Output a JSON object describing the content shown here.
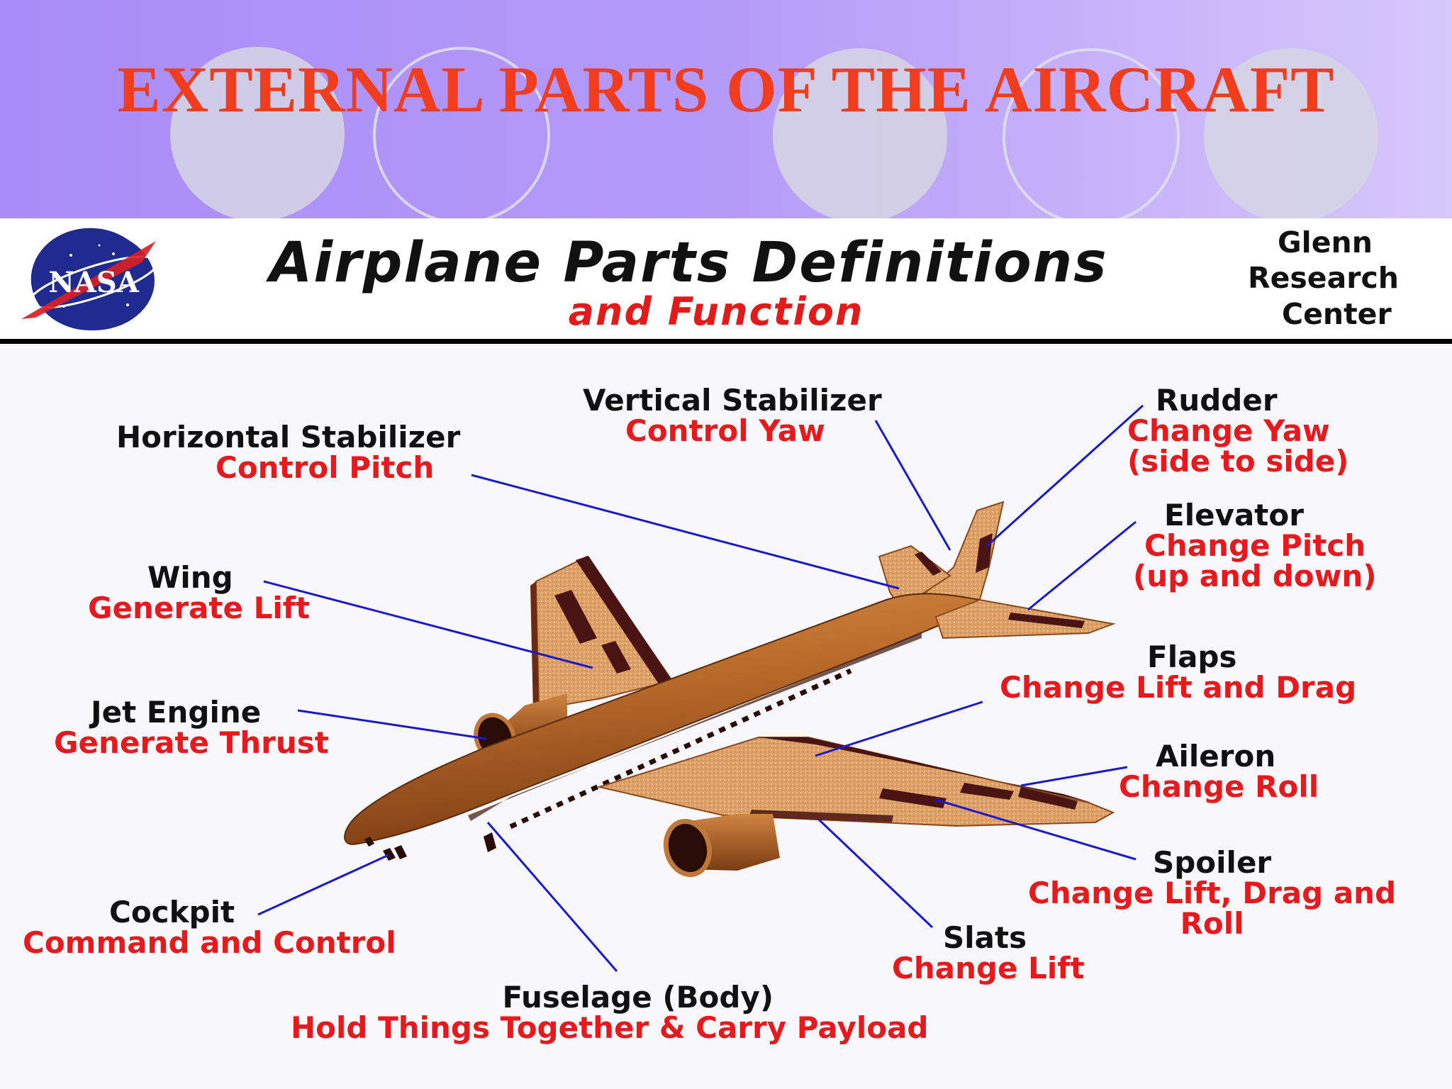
{
  "slide_title": "EXTERNAL PARTS OF THE AIRCRAFT",
  "banner": {
    "title": "Airplane Parts Definitions",
    "subtitle": "and Function",
    "logo_text": "NASA",
    "center": [
      "Glenn",
      "Research",
      "Center"
    ]
  },
  "parts": [
    {
      "id": "vertical-stabilizer",
      "name": "Vertical Stabilizer",
      "function": "Control Yaw"
    },
    {
      "id": "horizontal-stabilizer",
      "name": "Horizontal Stabilizer",
      "function": "Control Pitch"
    },
    {
      "id": "rudder",
      "name": "Rudder",
      "function": "Change Yaw",
      "function2": "(side to side)"
    },
    {
      "id": "elevator",
      "name": "Elevator",
      "function": "Change Pitch",
      "function2": "(up and down)"
    },
    {
      "id": "wing",
      "name": "Wing",
      "function": "Generate Lift"
    },
    {
      "id": "flaps",
      "name": "Flaps",
      "function": "Change Lift and Drag"
    },
    {
      "id": "jet-engine",
      "name": "Jet Engine",
      "function": "Generate Thrust"
    },
    {
      "id": "aileron",
      "name": "Aileron",
      "function": "Change Roll"
    },
    {
      "id": "spoiler",
      "name": "Spoiler",
      "function": "Change Lift, Drag and",
      "function2": "Roll"
    },
    {
      "id": "cockpit",
      "name": "Cockpit",
      "function": "Command and Control"
    },
    {
      "id": "slats",
      "name": "Slats",
      "function": "Change Lift"
    },
    {
      "id": "fuselage",
      "name": "Fuselage (Body)",
      "function": "Hold Things Together & Carry Payload"
    }
  ],
  "colors": {
    "title_red": "#f23c1e",
    "label_red": "#e8191c",
    "leader_blue": "#1a1acc",
    "airframe": "#b8692a",
    "wing_tan": "#dda066",
    "surface_dark": "#4a1414"
  }
}
